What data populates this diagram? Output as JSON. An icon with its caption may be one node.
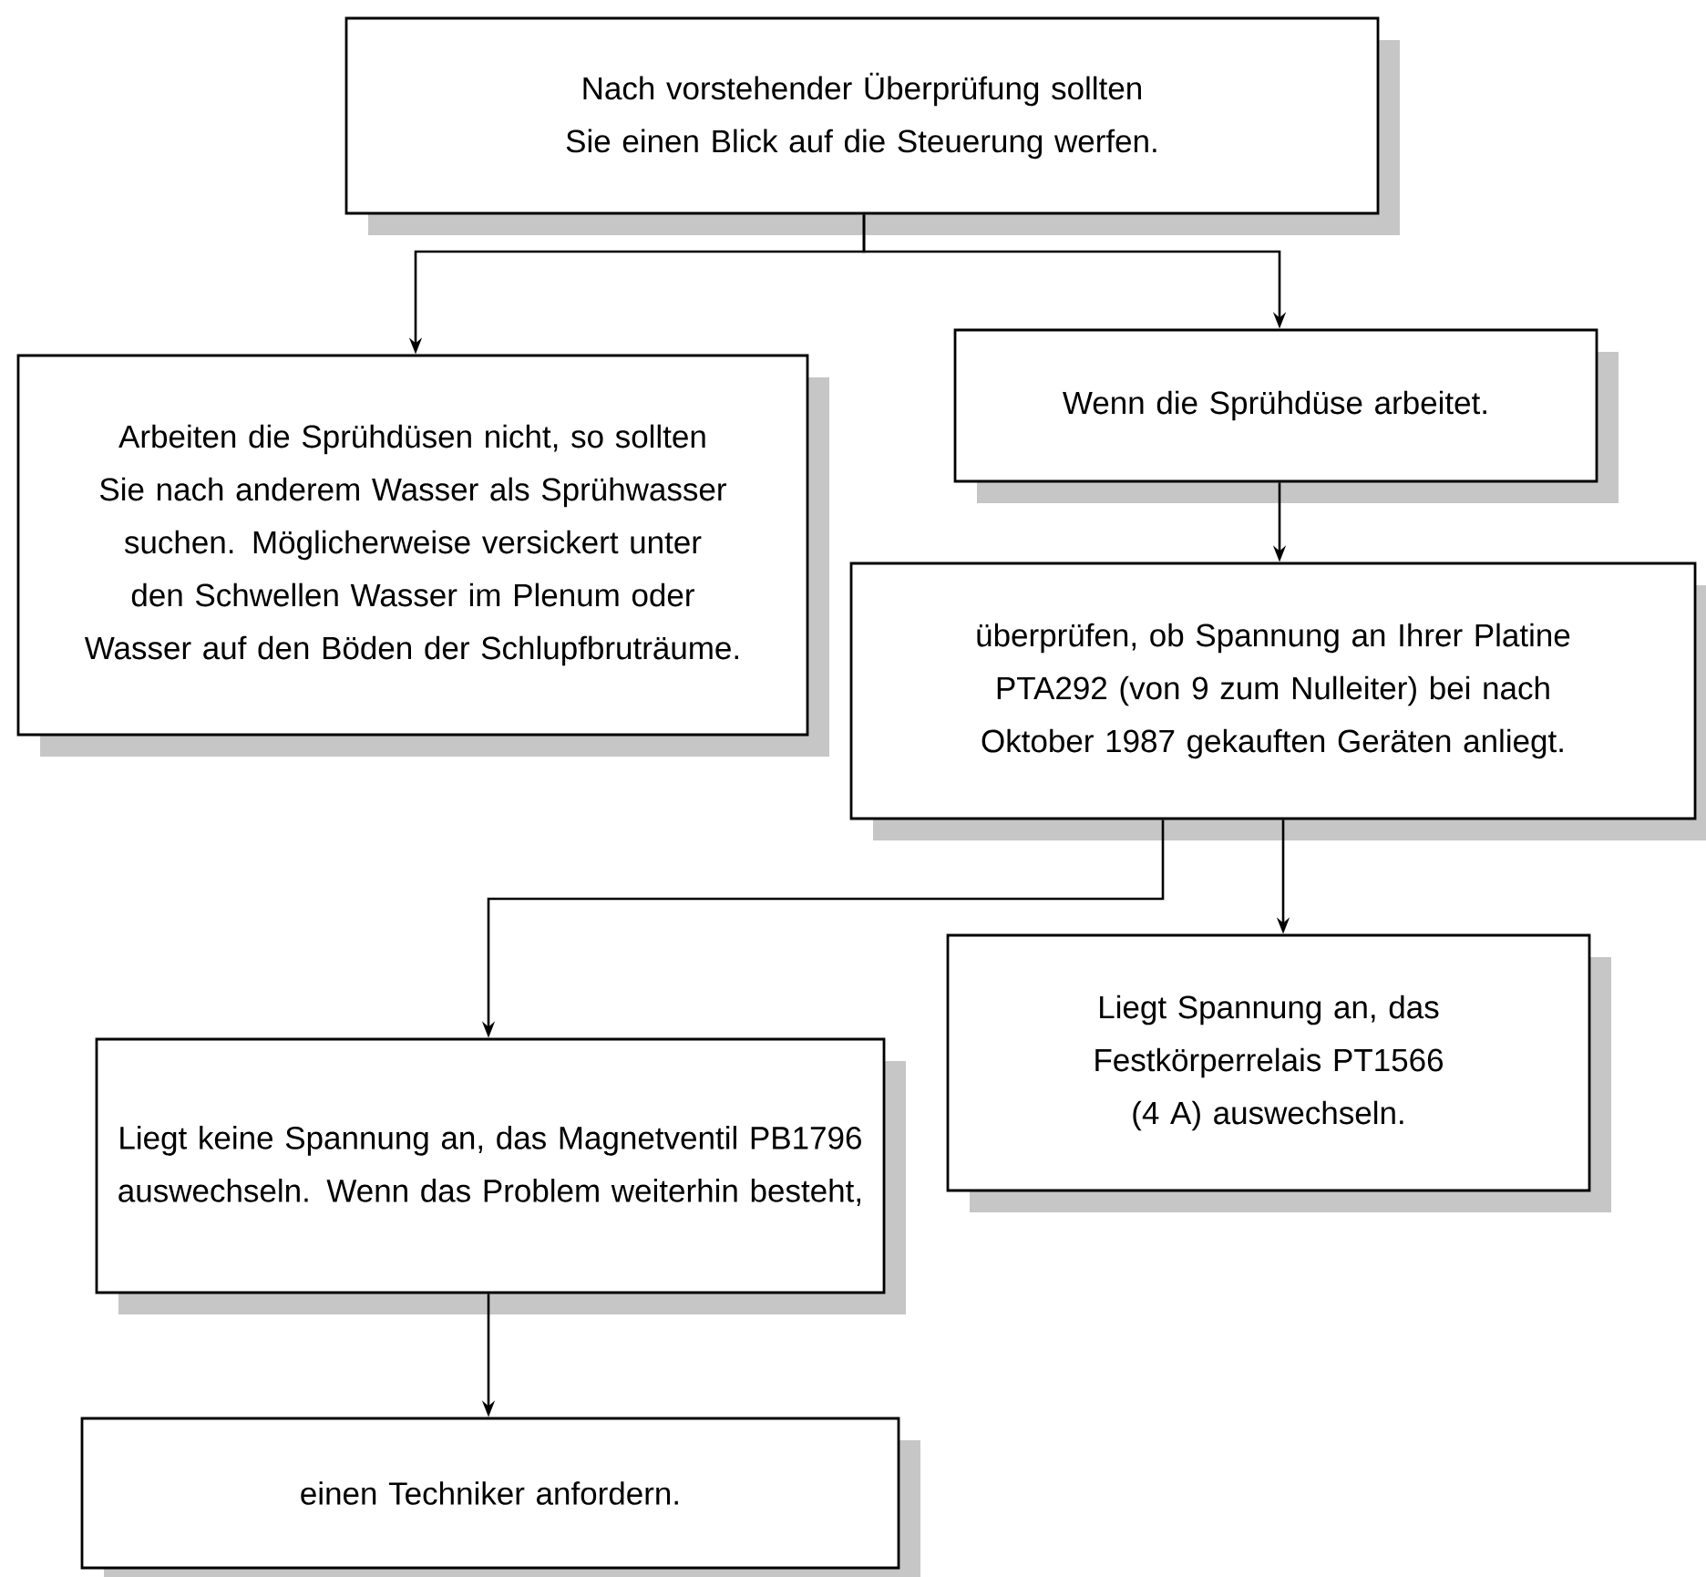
{
  "diagram": {
    "nodes": [
      {
        "text": [
          "Nach vorstehender Überprüfung sollten Sie einen Blick auf die Steuerung werfen."
        ]
      },
      {
        "text": [
          "Arbeiten die Sprühdüsen nicht, so sollten Sie nach anderem Wasser als Sprühwasser suchen. Möglicherweise versickert unter den Schwellen Wasser im Plenum oder Wasser auf den Böden der Schlupfbruträume."
        ]
      },
      {
        "text": [
          "Wenn die Sprühdüse arbeitet."
        ]
      },
      {
        "text": [
          "überprüfen, ob Spannung an Ihrer Platine PTA292 (von 9 zum Nulleiter) bei nach Oktober 1987 gekauften Geräten anliegt."
        ]
      },
      {
        "text": [
          "Liegt Spannung an, das Festkörperrelais PT1566 (4 A) auswechseln."
        ]
      },
      {
        "text": [
          "Liegt keine Spannung an, das Magnetventil PB1796 auswechseln. Wenn das Problem weiterhin besteht,"
        ]
      },
      {
        "text": [
          "einen Techniker anfordern."
        ]
      }
    ],
    "edges": [
      {
        "from": 0,
        "to": 1,
        "arrow": "to"
      },
      {
        "from": 0,
        "to": 2,
        "arrow": "to"
      },
      {
        "from": 2,
        "to": 3,
        "arrow": "to"
      },
      {
        "from": 3,
        "to": 4,
        "arrow": "to"
      },
      {
        "from": 3,
        "to": 5,
        "arrow": "to"
      },
      {
        "from": 5,
        "to": 6,
        "arrow": "to"
      }
    ]
  }
}
